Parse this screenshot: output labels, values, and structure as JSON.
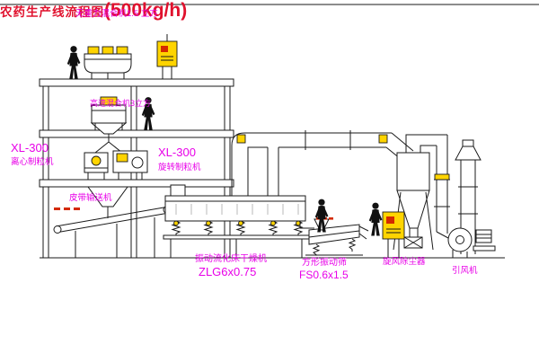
{
  "title": {
    "name": "农药生产线流程图",
    "capacity": "(500kg/h)"
  },
  "labels": {
    "gravity_mixer": "无重力混合机1.5 立方",
    "high_speed_mixer": "高速混合机3立方",
    "granulator_model_left": "XL-300",
    "granulator_left": "离心制粒机",
    "granulator_model_right": "XL-300",
    "granulator_right": "旋转制粒机",
    "belt_conveyor": "皮带输送机",
    "fluid_bed_dryer": "振动流化床干燥机",
    "fluid_bed_dryer_model": "ZLG6x0.75",
    "vibrating_screen": "方形振动筛",
    "vibrating_screen_model": "FS0.6x1.5",
    "cyclone": "旋风除尘器",
    "induced_draft_fan": "引风机"
  },
  "colors": {
    "line": "#1a1a1a",
    "label": "#e800e8",
    "title": "#e0112d",
    "highlight": "#ffd400",
    "accent_red": "#d42a00",
    "background": "#ffffff"
  }
}
